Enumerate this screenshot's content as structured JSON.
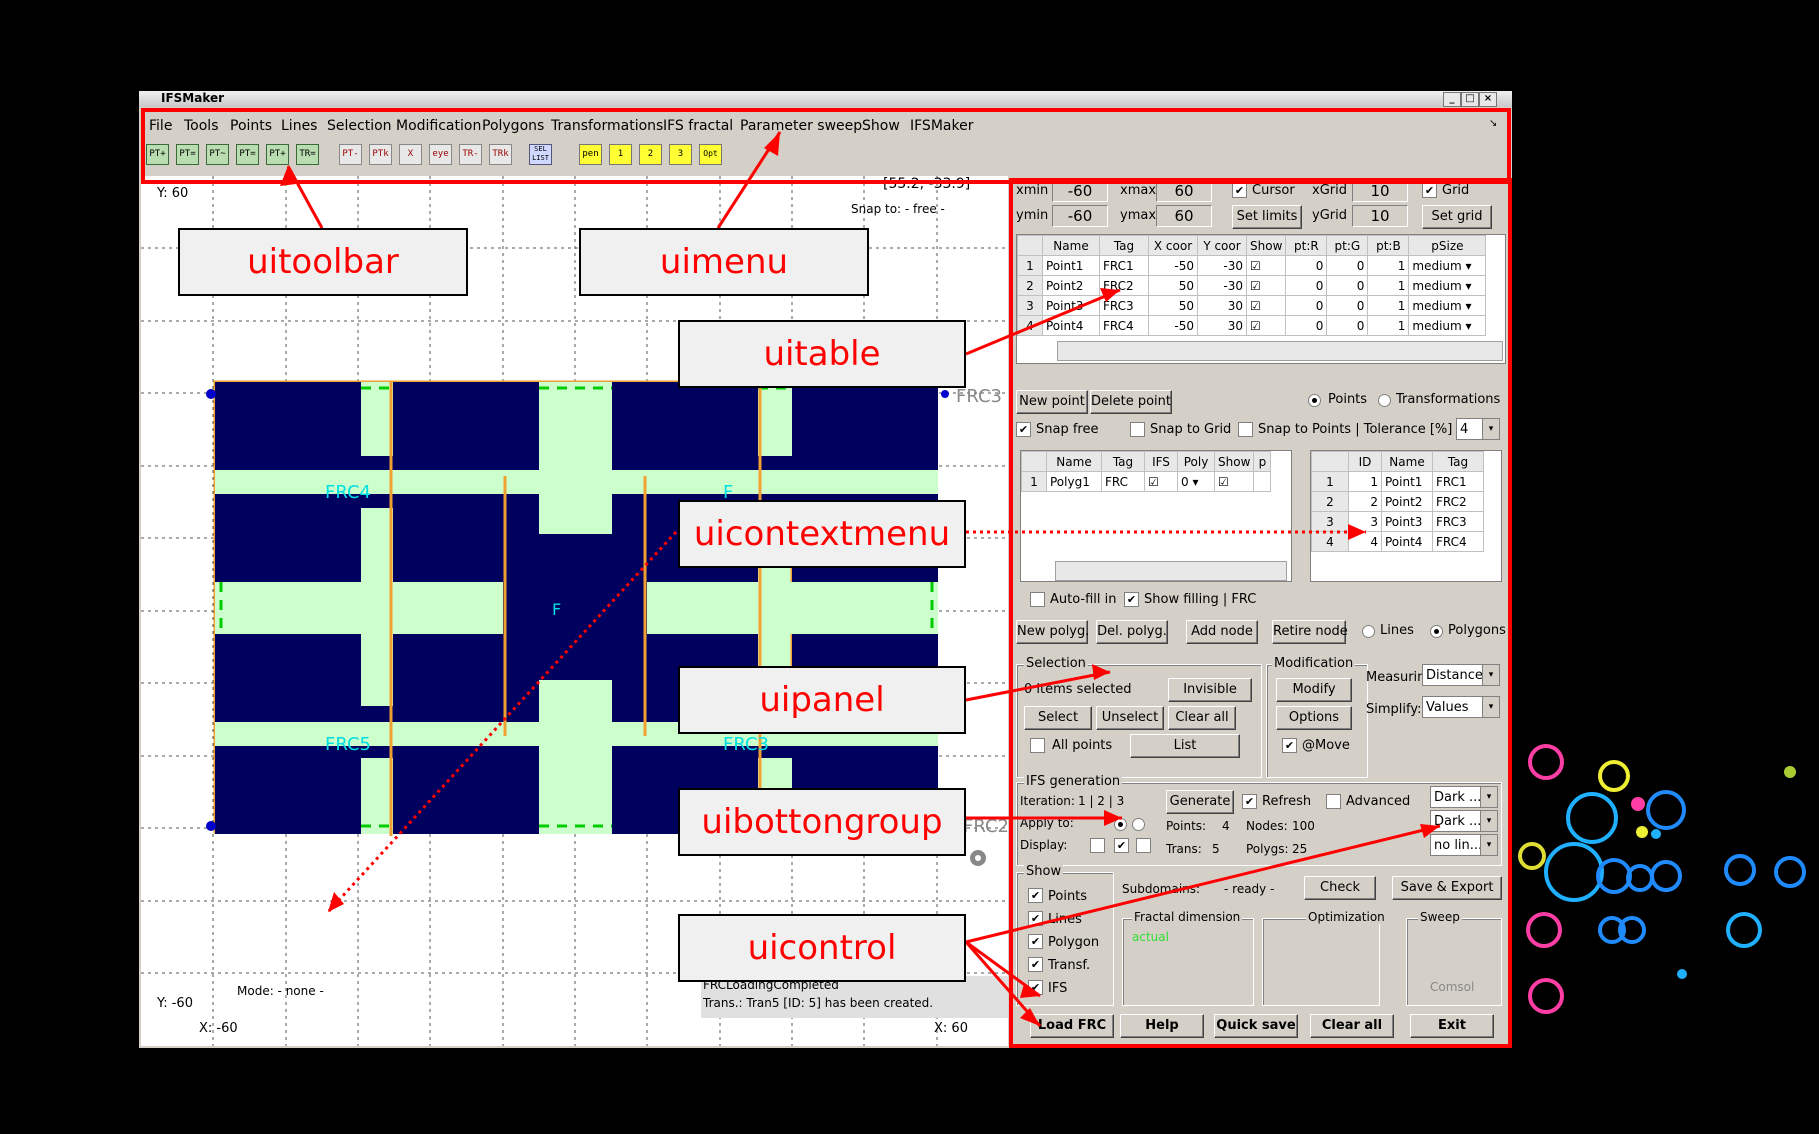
{
  "window": {
    "title": "IFSMaker"
  },
  "menu": [
    "File",
    "Tools",
    "Points",
    "Lines",
    "Selection",
    "Modification",
    "Polygons",
    "Transformations",
    "IFS fractal",
    "Parameter sweep",
    "Show",
    "IFSMaker"
  ],
  "toolbar": [
    "PT+",
    "PT=",
    "PT~",
    "PT=",
    "PT+",
    "TR=",
    "PT-",
    "PTk",
    "X",
    "eye",
    "TR-",
    "TRk",
    "SEL LIST",
    "pen",
    "1",
    "2",
    "3",
    "Opt"
  ],
  "plot": {
    "y_top": "Y: 60",
    "y_bottom": "Y: -60",
    "x_left": "X: -60",
    "x_right": "X: 60",
    "cursor_readout": "[55.2, -33.9]",
    "snap_readout": "Snap to: - free -",
    "mode": "Mode: - none -",
    "status_line1": "FRCLoadingCompleted",
    "status_line2": "Trans.: Tran5 [ID: 5] has been created.",
    "labels": {
      "frc3": "FRC3",
      "frc4": "FRC4",
      "frc5": "FRC5",
      "frc3b": "FRC3",
      "frc2": "FRC2",
      "frc_mid": "F",
      "frc_right_top": "F"
    },
    "colors": {
      "fill_dark": "#00005f",
      "fill_light": "#ccffcc",
      "edge": "#f0a030",
      "dash": "#00cc00",
      "label": "#00e0e0"
    }
  },
  "limits": {
    "xmin_label": "xmin",
    "xmin": "-60",
    "xmax_label": "xmax",
    "xmax": "60",
    "ymin_label": "ymin",
    "ymin": "-60",
    "ymax_label": "ymax",
    "ymax": "60",
    "cursor_label": "Cursor",
    "set_limits": "Set limits",
    "xgrid_label": "xGrid",
    "xgrid": "10",
    "ygrid_label": "yGrid",
    "ygrid": "10",
    "grid_label": "Grid",
    "set_grid": "Set grid"
  },
  "points_table": {
    "headers": [
      "Name",
      "Tag",
      "X coor",
      "Y coor",
      "Show",
      "pt:R",
      "pt:G",
      "pt:B",
      "pSize"
    ],
    "rows": [
      {
        "id": "1",
        "name": "Point1",
        "tag": "FRC1",
        "x": "-50",
        "y": "-30",
        "r": "0",
        "g": "0",
        "b": "1",
        "size": "medium"
      },
      {
        "id": "2",
        "name": "Point2",
        "tag": "FRC2",
        "x": "50",
        "y": "-30",
        "r": "0",
        "g": "0",
        "b": "1",
        "size": "medium"
      },
      {
        "id": "3",
        "name": "Point3",
        "tag": "FRC3",
        "x": "50",
        "y": "30",
        "r": "0",
        "g": "0",
        "b": "1",
        "size": "medium"
      },
      {
        "id": "4",
        "name": "Point4",
        "tag": "FRC4",
        "x": "-50",
        "y": "30",
        "r": "0",
        "g": "0",
        "b": "1",
        "size": "medium"
      }
    ]
  },
  "point_buttons": {
    "new_point": "New point",
    "delete_point": "Delete point",
    "radio_points": "Points",
    "radio_transformations": "Transformations"
  },
  "snap": {
    "snap_free": "Snap free",
    "snap_grid": "Snap to Grid",
    "snap_points": "Snap to Points | Tolerance [%]",
    "tolerance": "4"
  },
  "poly_table": {
    "headers": [
      "Name",
      "Tag",
      "IFS",
      "Poly",
      "Show",
      "p"
    ],
    "row": {
      "id": "1",
      "name": "Polyg1",
      "tag": "FRC",
      "poly": "0"
    }
  },
  "node_table": {
    "headers": [
      "ID",
      "Name",
      "Tag"
    ],
    "rows": [
      {
        "n": "1",
        "id": "1",
        "name": "Point1",
        "tag": "FRC1"
      },
      {
        "n": "2",
        "id": "2",
        "name": "Point2",
        "tag": "FRC2"
      },
      {
        "n": "3",
        "id": "3",
        "name": "Point3",
        "tag": "FRC3"
      },
      {
        "n": "4",
        "id": "4",
        "name": "Point4",
        "tag": "FRC4"
      }
    ]
  },
  "fill": {
    "autofill": "Auto-fill in",
    "show_filling": "Show filling | FRC"
  },
  "poly_buttons": {
    "new_polyg": "New polyg.",
    "del_polyg": "Del. polyg.",
    "add_node": "Add node",
    "retire_node": "Retire node",
    "lines": "Lines",
    "polygons": "Polygons"
  },
  "selection": {
    "title": "Selection",
    "count": "0 items selected",
    "invisible": "Invisible",
    "select": "Select",
    "unselect": "Unselect",
    "clear_all": "Clear all",
    "all_points": "All points",
    "list": "List"
  },
  "modification": {
    "title": "Modification",
    "modify": "Modify",
    "options": "Options",
    "at_move": "@Move"
  },
  "measuring": {
    "measuring_label": "Measuring:",
    "measuring_value": "Distance",
    "simplify_label": "Simplify:",
    "simplify_value": "Values"
  },
  "ifs": {
    "title": "IFS generation",
    "iteration": "Iteration:",
    "iteration_values": "1 | 2 | 3",
    "generate": "Generate",
    "refresh": "Refresh",
    "advanced": "Advanced",
    "apply_to": "Apply to:",
    "display": "Display:",
    "points": "Points:",
    "points_n": "4",
    "nodes": "Nodes:",
    "nodes_n": "100",
    "trans": "Trans:",
    "trans_n": "5",
    "polygs": "Polygs:",
    "polygs_n": "25",
    "dd1": "Dark ...",
    "dd2": "Dark ...",
    "dd3": "no lin..."
  },
  "show": {
    "title": "Show",
    "points": "Points",
    "lines": "Lines",
    "polygon": "Polygon",
    "transf": "Transf.",
    "ifs": "IFS"
  },
  "subdomains": {
    "label": "Subdomains:",
    "status": "- ready -",
    "check": "Check",
    "save_export": "Save & Export"
  },
  "fractal_dim": {
    "title": "Fractal dimension",
    "value": "actual"
  },
  "optimization": {
    "title": "Optimization"
  },
  "sweep": {
    "title": "Sweep",
    "comsol": "Comsol"
  },
  "bottom_buttons": {
    "load_frc": "Load FRC",
    "help": "Help",
    "quick_save": "Quick save",
    "clear_all": "Clear all",
    "exit": "Exit"
  },
  "annotations": {
    "uitoolbar": "uitoolbar",
    "uimenu": "uimenu",
    "uitable": "uitable",
    "uicontextmenu": "uicontextmenu",
    "uipanel": "uipanel",
    "uibottongroup": "uibottongroup",
    "uicontrol": "uicontrol",
    "color": "#ff0000"
  }
}
